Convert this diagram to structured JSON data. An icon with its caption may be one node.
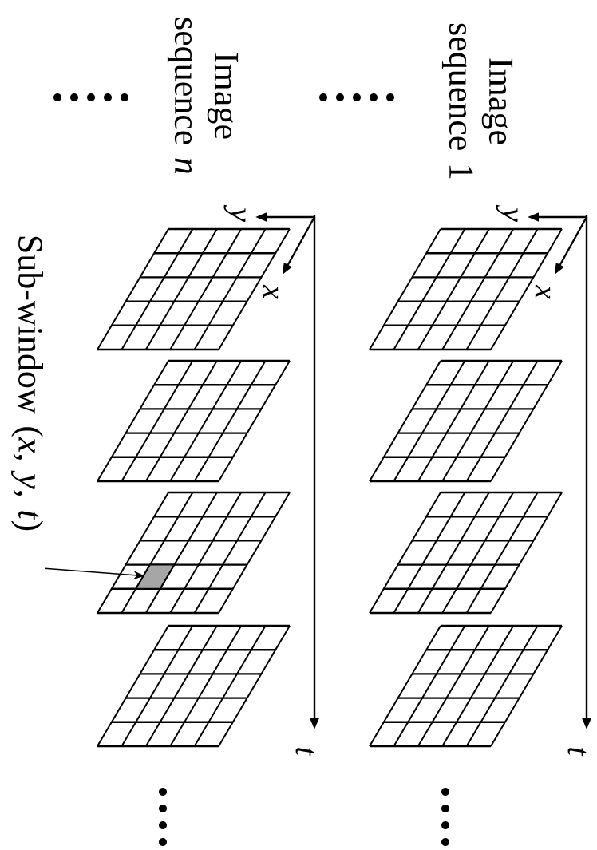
{
  "diagram": {
    "nodes": [
      {
        "text": [
          "Image sequence 1"
        ]
      },
      {
        "text": [
          "Image sequence *n*"
        ]
      },
      {
        "text": [
          "Sub-window (*x*, *y*, *t*)"
        ]
      },
      {
        "text": [],
        "shape": "box"
      }
    ],
    "edges": [
      {
        "from": 2,
        "to": 3,
        "arrow": "to"
      }
    ],
    "labels": [
      "y",
      "x",
      "t",
      "y",
      "x",
      "t"
    ]
  }
}
